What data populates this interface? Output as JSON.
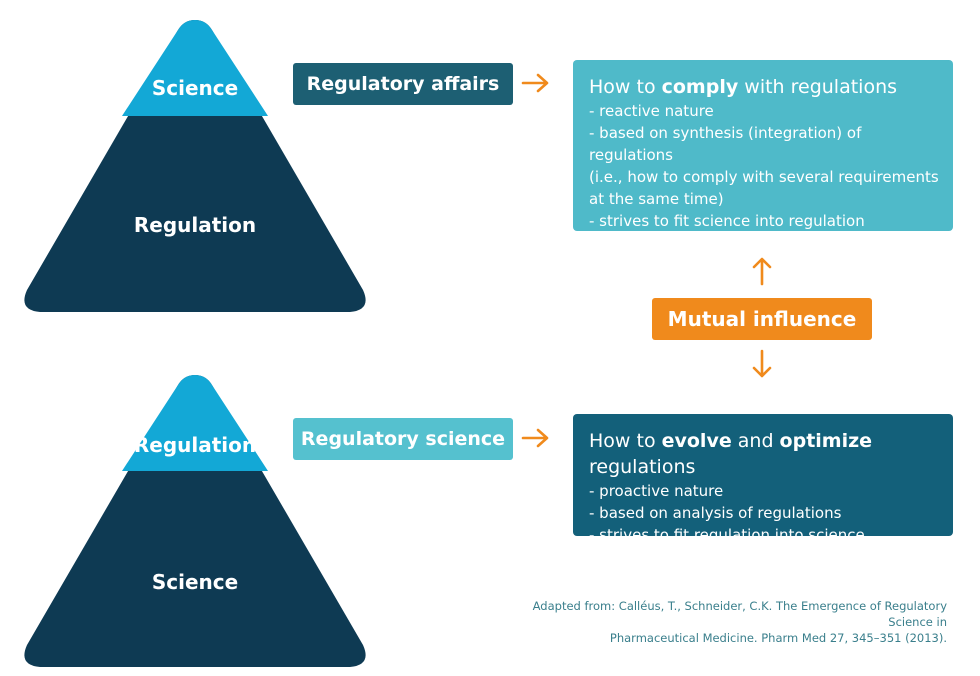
{
  "colors": {
    "dark_teal": "#0e3a53",
    "light_blue": "#13a8d6",
    "pill_dark": "#1d5f73",
    "pill_light": "#55c1cf",
    "box_light": "#4fbac9",
    "box_dark": "#13607a",
    "orange": "#f08a1c"
  },
  "pyramid_top": {
    "tip_label": "Science",
    "base_label": "Regulation"
  },
  "pyramid_bottom": {
    "tip_label": "Regulation",
    "base_label": "Science"
  },
  "pills": {
    "regulatory_affairs": "Regulatory affairs",
    "regulatory_science": "Regulatory science",
    "mutual_influence": "Mutual influence"
  },
  "box_comply": {
    "heading_pre": "How to ",
    "heading_bold": "comply",
    "heading_post": " with regulations",
    "lines": [
      "- reactive nature",
      "- based on synthesis (integration) of regulations",
      "(i.e., how to comply with several requirements at the same time)",
      "- strives to fit science into regulation"
    ]
  },
  "box_evolve": {
    "heading_pre": "How to ",
    "heading_bold1": "evolve",
    "heading_mid": " and ",
    "heading_bold2": "optimize",
    "heading_post": " regulations",
    "lines": [
      "- proactive nature",
      "- based on analysis of regulations",
      "- strives to fit regulation into science"
    ]
  },
  "citation": {
    "line1": "Adapted from: Calléus, T., Schneider, C.K. The Emergence of Regulatory Science in",
    "line2": "Pharmaceutical Medicine. Pharm Med 27, 345–351 (2013)."
  }
}
